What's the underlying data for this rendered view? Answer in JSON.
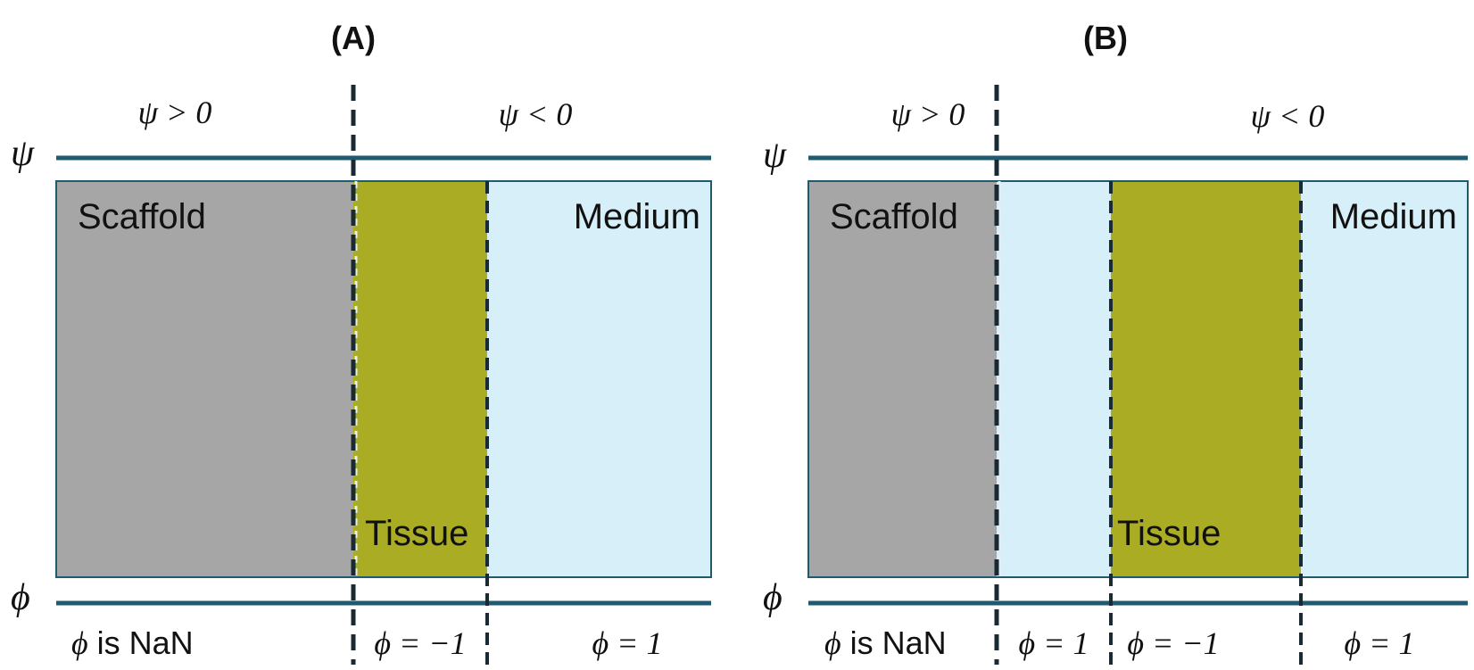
{
  "panels": {
    "a": {
      "label": "(A)",
      "psi_pos": "ψ > 0",
      "psi_neg": "ψ < 0",
      "psi_axis": "ψ",
      "phi_axis": "ϕ",
      "scaffold": "Scaffold",
      "tissue": "Tissue",
      "medium": "Medium",
      "phi_nan_sym": "ϕ",
      "phi_nan_text": " is NaN",
      "phi_tissue": "ϕ = −1",
      "phi_medium": "ϕ = 1"
    },
    "b": {
      "label": "(B)",
      "psi_pos": "ψ > 0",
      "psi_neg": "ψ < 0",
      "psi_axis": "ψ",
      "phi_axis": "ϕ",
      "scaffold": "Scaffold",
      "tissue": "Tissue",
      "medium": "Medium",
      "phi_nan_sym": "ϕ",
      "phi_nan_text": " is NaN",
      "phi_gap": "ϕ = 1",
      "phi_tissue": "ϕ = −1",
      "phi_medium": "ϕ = 1"
    }
  },
  "colors": {
    "scaffold": "#a6a6a6",
    "tissue": "#aaad24",
    "medium": "#d6eff8",
    "axis_line": "#1f5a6e",
    "dashed": "#1a2a33"
  }
}
